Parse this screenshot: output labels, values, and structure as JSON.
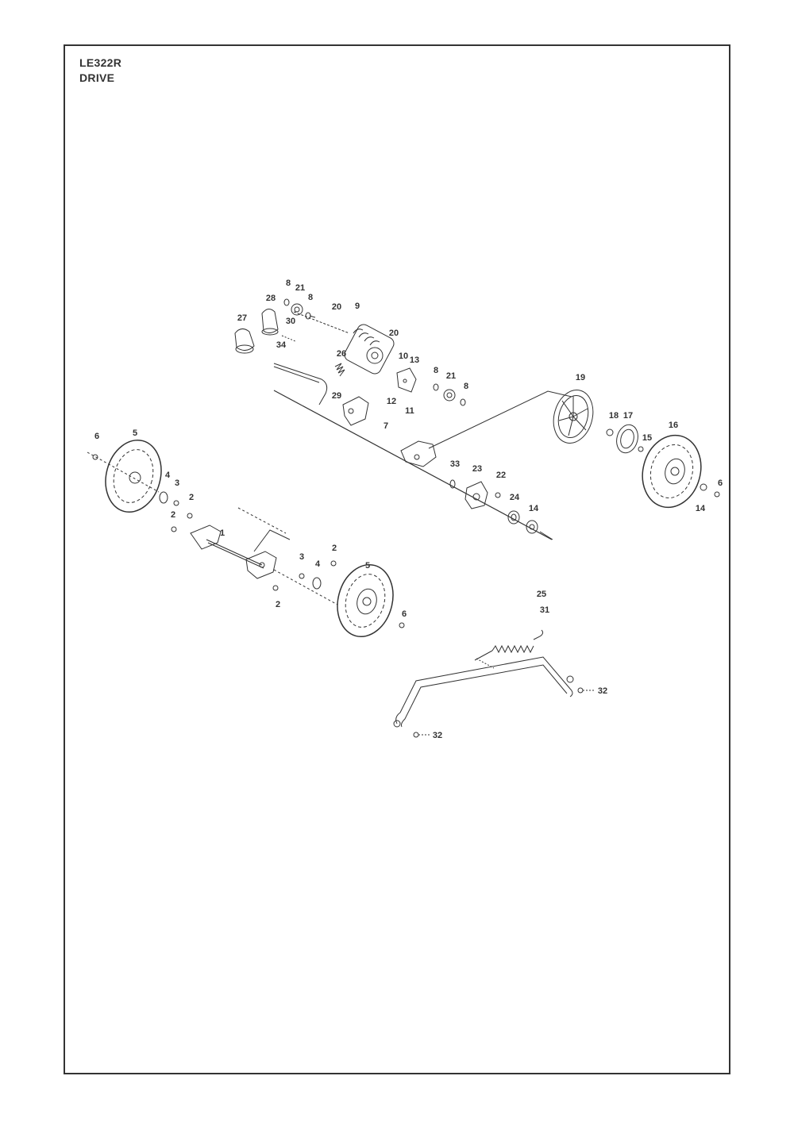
{
  "header": {
    "model": "LE322R",
    "section": "DRIVE"
  },
  "part_numbers": [
    "8",
    "21",
    "8",
    "20",
    "9",
    "28",
    "30",
    "27",
    "20",
    "34",
    "26",
    "10",
    "13",
    "29",
    "12",
    "11",
    "8",
    "21",
    "8",
    "19",
    "18",
    "17",
    "16",
    "15",
    "7",
    "6",
    "5",
    "4",
    "3",
    "2",
    "33",
    "23",
    "22",
    "24",
    "14",
    "14",
    "6",
    "2",
    "1",
    "2",
    "3",
    "4",
    "5",
    "2",
    "6",
    "25",
    "31",
    "32",
    "32"
  ]
}
